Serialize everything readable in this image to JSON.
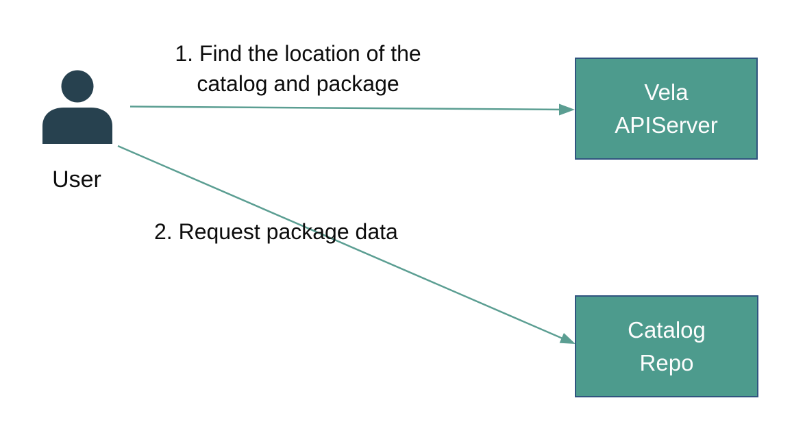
{
  "colors": {
    "background": "#ffffff",
    "arrow": "#5B9E92",
    "node_fill": "#4D9B8D",
    "node_border": "#30547F",
    "node_text": "#fdfdfd",
    "actor_icon": "#27414F",
    "label_text": "#0d0d0d"
  },
  "actor": {
    "label": "User",
    "icon": "person-icon"
  },
  "nodes": [
    {
      "id": "vela-apiserver",
      "label": "Vela APIServer",
      "label_lines": [
        "Vela",
        "APIServer"
      ]
    },
    {
      "id": "catalog-repo",
      "label": "Catalog Repo",
      "label_lines": [
        "Catalog",
        "Repo"
      ]
    }
  ],
  "edges": [
    {
      "from": "user",
      "to": "vela-apiserver",
      "label": "1. Find the location of the catalog and package",
      "label_lines": [
        "1. Find the location of the",
        "catalog and package"
      ]
    },
    {
      "from": "user",
      "to": "catalog-repo",
      "label": "2. Request package data",
      "label_lines": [
        "2. Request package data"
      ]
    }
  ]
}
